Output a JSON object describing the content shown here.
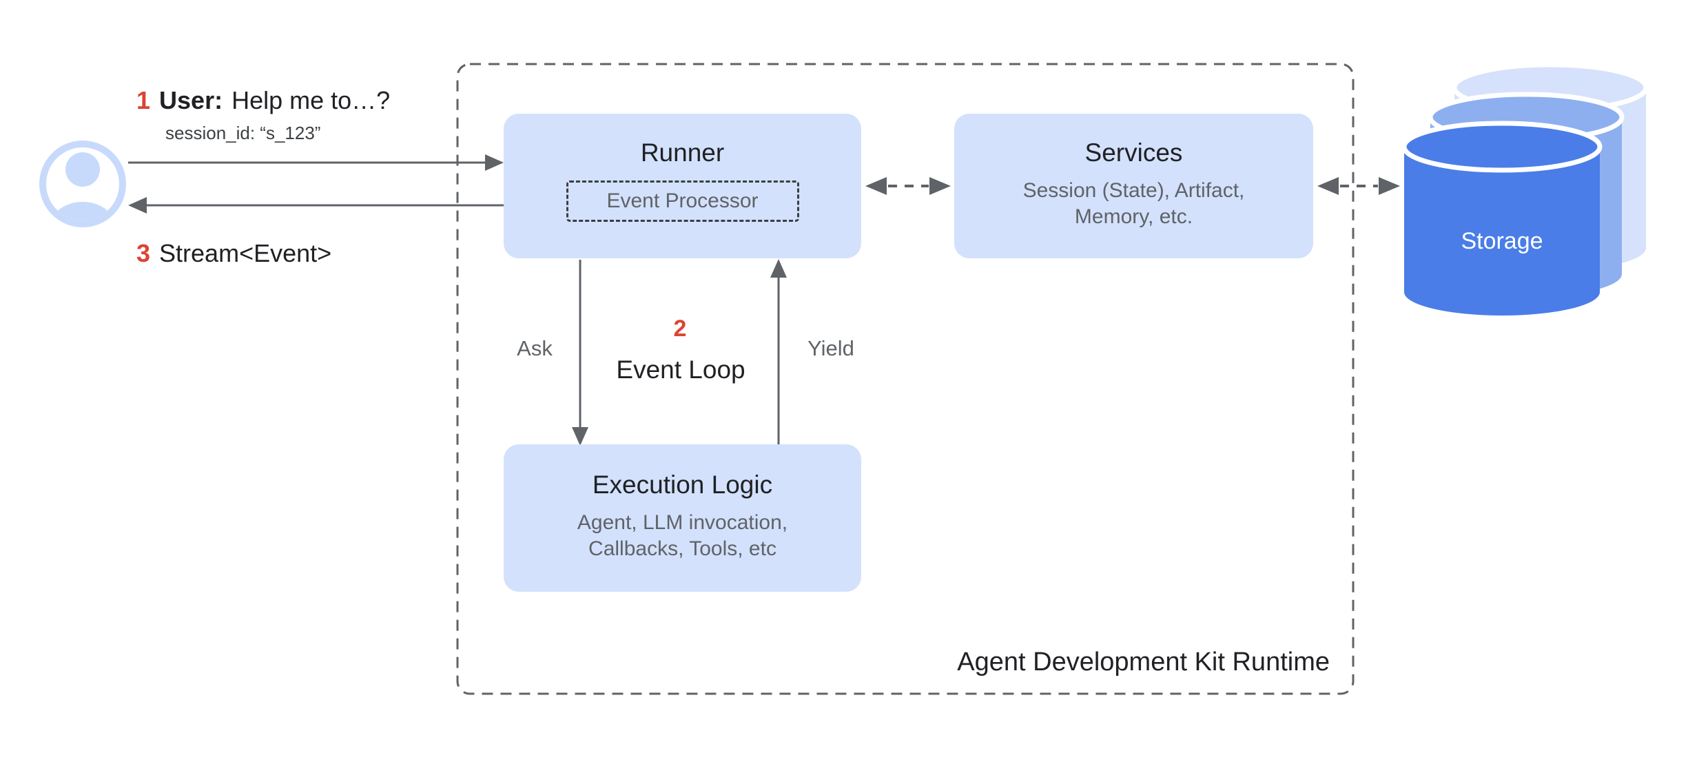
{
  "colors": {
    "box_fill": "#d3e1fc",
    "accent_red": "#dc4433",
    "text_dark": "#202124",
    "text_gray": "#5f6368",
    "arrow_gray": "#5f6368",
    "avatar_blue": "#c8dafb",
    "storage_front": "#4a7de8",
    "storage_middle": "#8dafef",
    "storage_back": "#d6e2fb"
  },
  "user": {
    "step_number": "1",
    "speaker": "User:",
    "message": "Help me to…?",
    "session": "session_id: “s_123”",
    "stream_number": "3",
    "stream_label": "Stream<Event>"
  },
  "runtime": {
    "container_label": "Agent Development Kit Runtime",
    "runner": {
      "title": "Runner",
      "processor": "Event Processor"
    },
    "services": {
      "title": "Services",
      "subtitle": "Session (State), Artifact,\nMemory, etc."
    },
    "execution": {
      "title": "Execution Logic",
      "subtitle": "Agent, LLM invocation,\nCallbacks, Tools, etc"
    },
    "loop": {
      "ask": "Ask",
      "number": "2",
      "label": "Event Loop",
      "yield": "Yield"
    }
  },
  "storage": {
    "label": "Storage"
  }
}
